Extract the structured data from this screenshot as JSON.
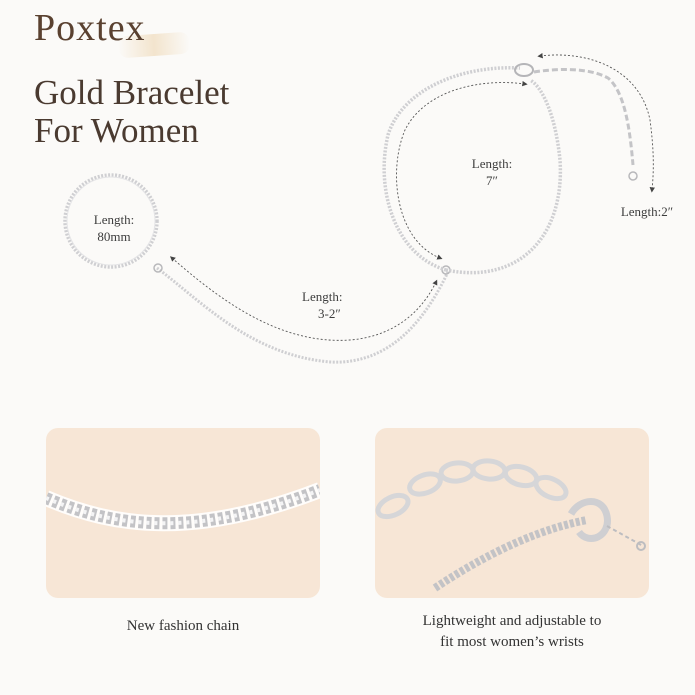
{
  "brand": "Poxtex",
  "title": {
    "line1": "Gold Bracelet",
    "line2": "For Women"
  },
  "labels": {
    "ring": {
      "line1": "Length:",
      "line2": "80mm"
    },
    "connector": {
      "line1": "Length:",
      "line2": "3-2″"
    },
    "bracelet": {
      "line1": "Length:",
      "line2": "7″"
    },
    "extender": {
      "text": "Length:2″"
    }
  },
  "cards": [
    {
      "caption": "New fashion chain"
    },
    {
      "caption_line1": "Lightweight and adjustable to",
      "caption_line2": "fit most women’s wrists"
    }
  ],
  "colors": {
    "brand": "#5a4130",
    "card_bg": "#f7e6d6",
    "chain": "#c9c9cc"
  }
}
